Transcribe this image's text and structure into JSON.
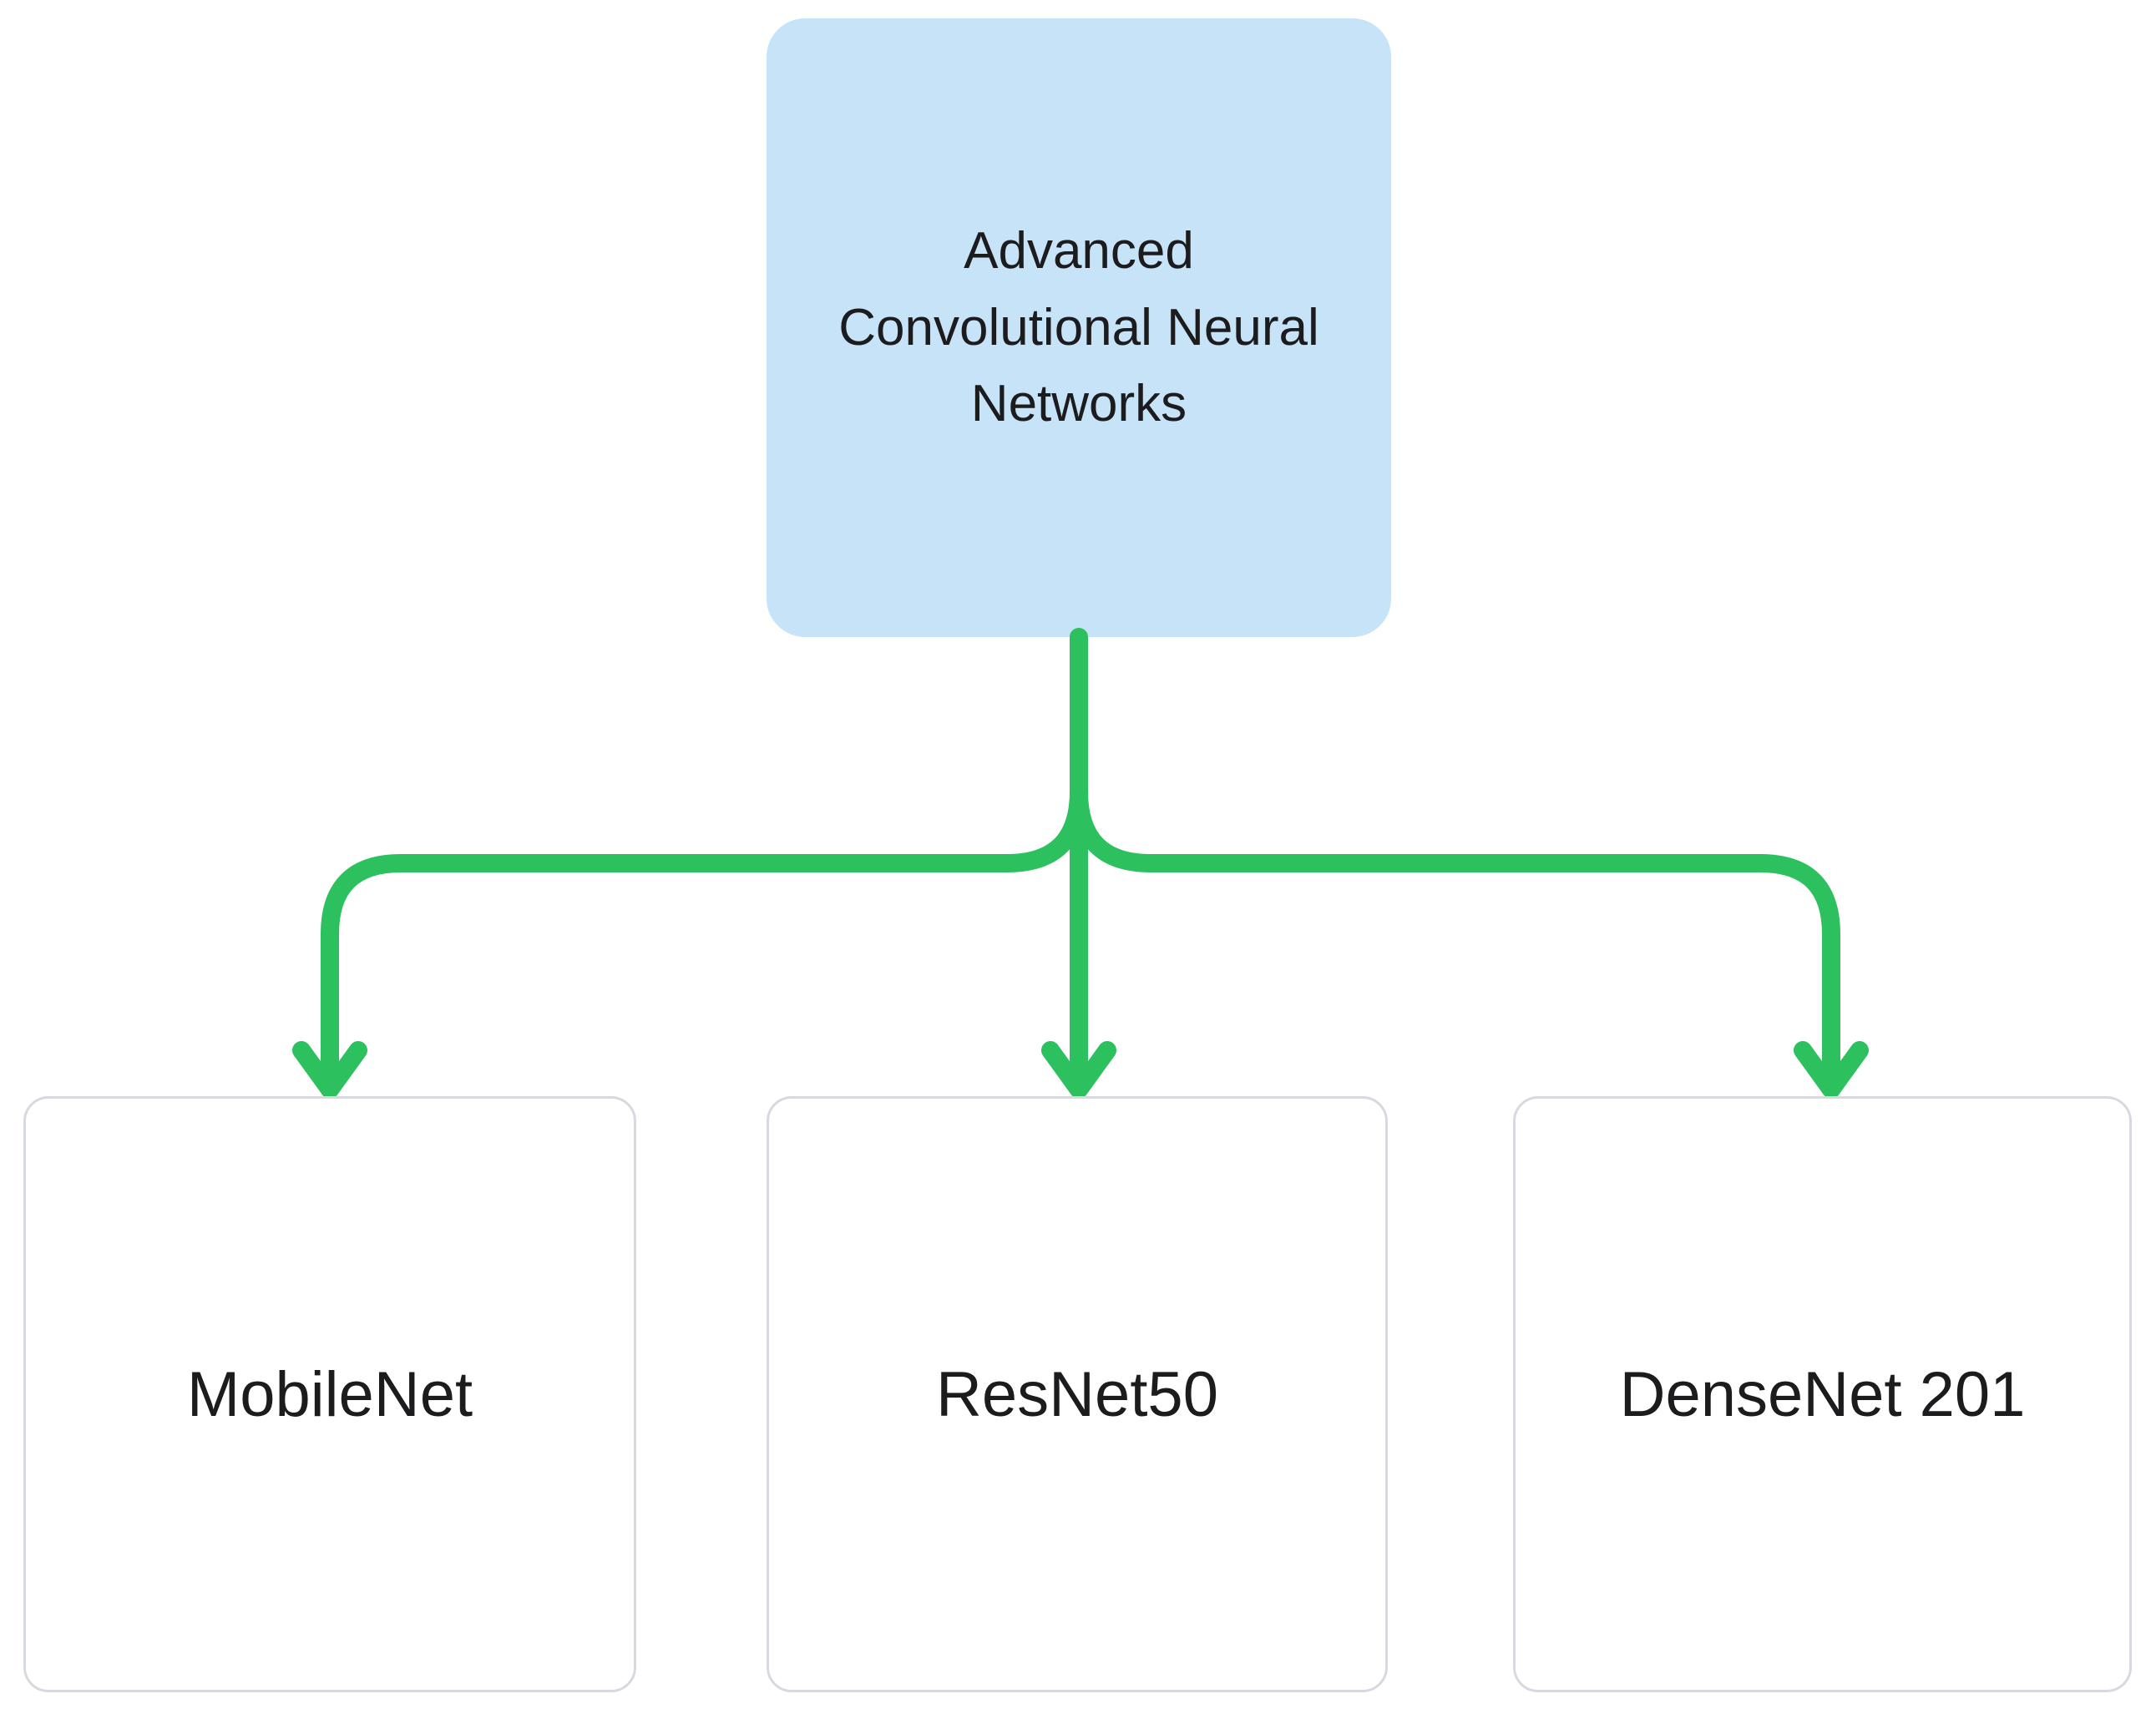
{
  "diagram": {
    "root": {
      "label": "Advanced Convolutional Neural Networks",
      "lines": [
        "Advanced",
        "Convolutional Neural",
        "Networks"
      ]
    },
    "children": [
      {
        "label": "MobileNet"
      },
      {
        "label": "ResNet50"
      },
      {
        "label": "DenseNet 201"
      }
    ]
  },
  "colors": {
    "background": "#ffffff",
    "root_fill": "#c7e3f7",
    "connector_green": "#2cc05e",
    "child_fill": "#ffffff",
    "child_border": "#d6dae0",
    "text": "#1c1c1e"
  }
}
